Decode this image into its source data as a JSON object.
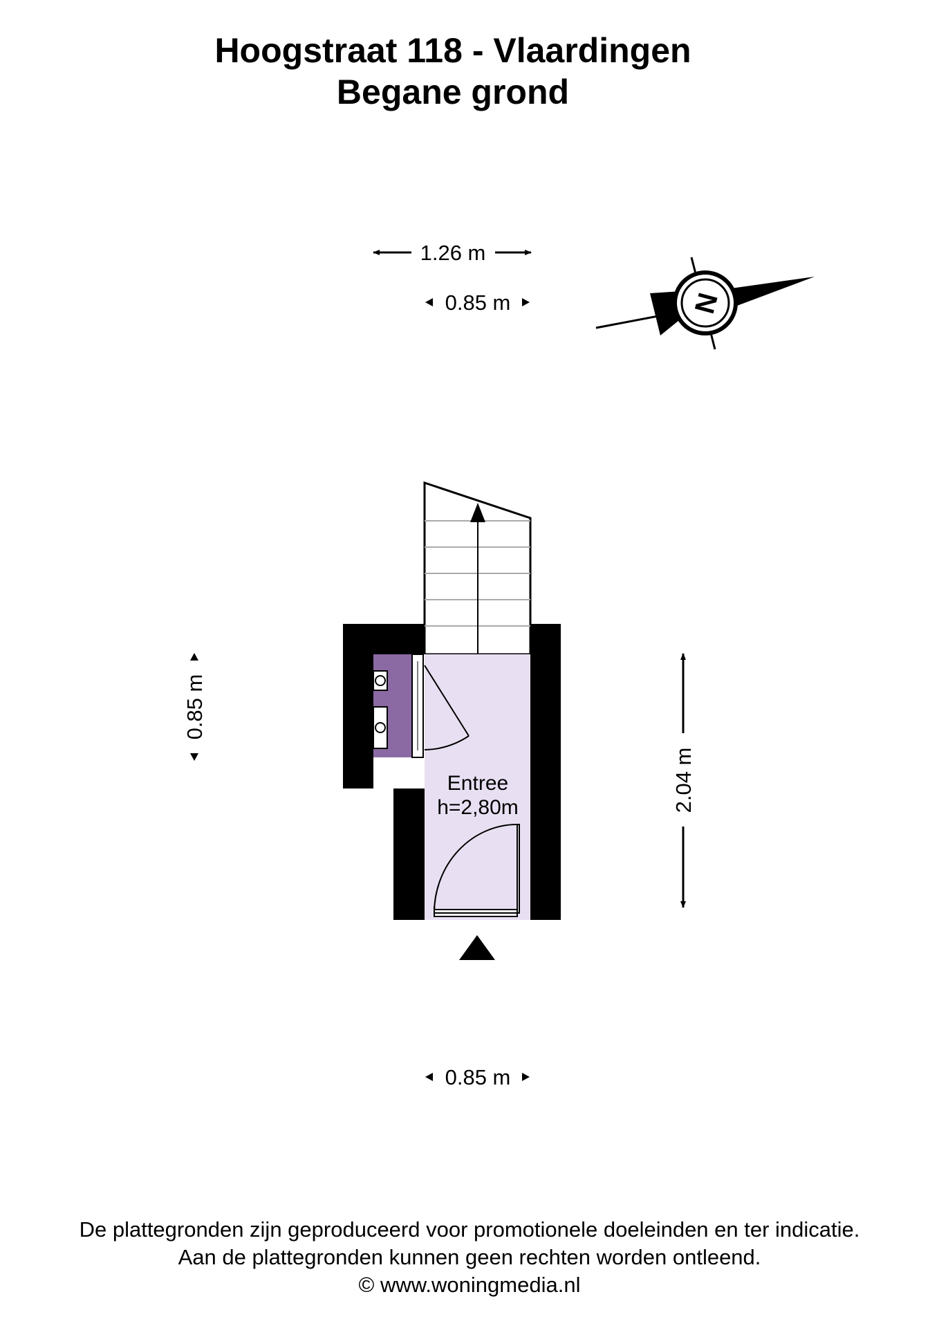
{
  "title": "Hoogstraat 118 - Vlaardingen",
  "subtitle": "Begane grond",
  "dimensions": {
    "top_outer": "1.26 m",
    "top_inner": "0.85 m",
    "left": "0.85 m",
    "right": "2.04 m",
    "bottom": "0.85 m"
  },
  "compass_letter": "N",
  "room": {
    "name": "Entree",
    "height": "h=2,80m"
  },
  "colors": {
    "room_fill": "#e8e0f2",
    "meter_cabinet": "#8b6aa3",
    "wall": "#000000"
  },
  "footer": {
    "line1": "De plattegronden zijn geproduceerd voor promotionele doeleinden en ter indicatie.",
    "line2": "Aan de plattegronden kunnen geen rechten worden ontleend.",
    "line3": "© www.woningmedia.nl"
  }
}
